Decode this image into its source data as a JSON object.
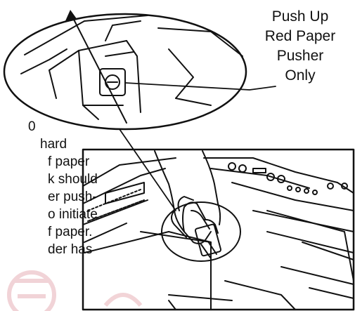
{
  "callout": {
    "lines": [
      "Push Up",
      "Red Paper",
      "Pusher",
      "Only"
    ]
  },
  "body_text": {
    "lines": [
      "0",
      "hard",
      "f  paper",
      "k  should",
      "er  push-",
      "o  initiate",
      "f  paper.",
      "der  has"
    ]
  },
  "colors": {
    "line": "#111111",
    "watermark": "#e9b7bd"
  },
  "icons": {
    "arrow": "up-arrow-icon",
    "watermark": "watermark-logo"
  }
}
